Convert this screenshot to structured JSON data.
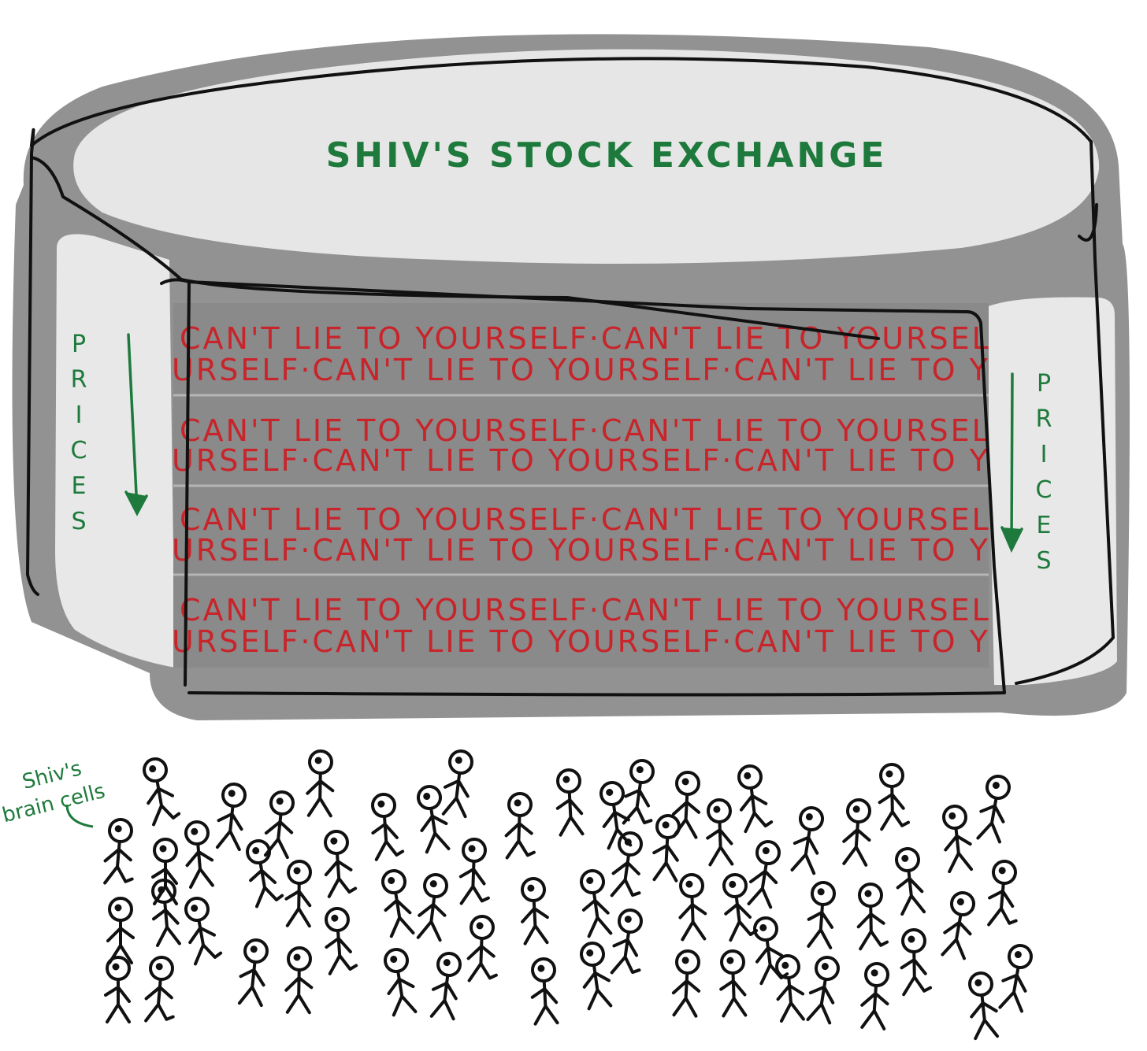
{
  "building": {
    "sign": "SHIV'S STOCK EXCHANGE",
    "left_side_label": "PRICES",
    "right_side_label": "PRICES",
    "ticker_rows": [
      "CAN'T  LIE   TO  YOURSELF·CAN'T  LIE   TO  YOURSELF·CAN'T",
      "URSELF·CAN'T  LIE   TO  YOURSELF·CAN'T  LIE   TO  YOURSELF",
      "CAN'T  LIE   TO  YOURSELF·CAN'T  LIE   TO  YOURSELF·CAN'T",
      "URSELF·CAN'T  LIE   TO  YOURSELF·CAN'T  LIE   TO  YOURSELF",
      "CAN'T  LIE   TO  YOURSELF·CAN'T  LIE   TO  YOURSELF·CAN'T",
      "URSELF·CAN'T  LIE   TO  YOURSELF·CAN'T  LIE   TO  YOURSELF",
      "CAN'T  LIE   TO  YOURSELF·CAN'T  LIE   TO  YOURSELF·CAN'T",
      "URSELF·CAN'T  LIE   TO  YOURSELF·CAN'T  LIE   TO  YOURSELF"
    ]
  },
  "crowd": {
    "caption_line1": "Shiv's",
    "caption_line2": "brain  cells"
  },
  "colors": {
    "sign_text": "#1e7a3c",
    "ticker_text": "#c8242a",
    "shadow_gray": "#8c8c8c",
    "roof_light": "#e6e6e6",
    "panel_gray": "#8a8a8a",
    "side_light": "#e8e8e8"
  }
}
